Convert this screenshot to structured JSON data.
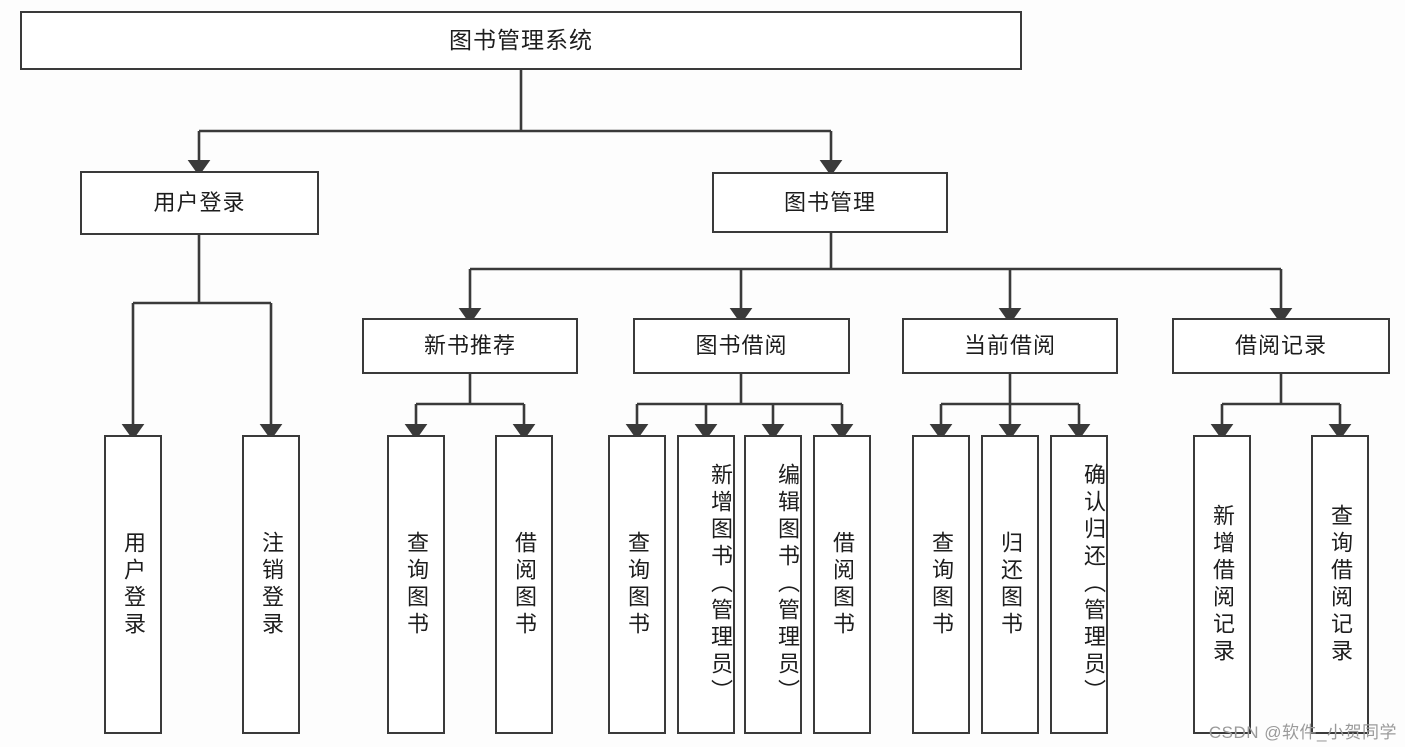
{
  "diagram": {
    "title": "图书管理系统",
    "type": "hierarchy-tree",
    "watermark": "CSDN @软件_小贺同学",
    "colors": {
      "box_border": "#3a3a3a",
      "box_fill": "#ffffff",
      "connector": "#3a3a3a",
      "text": "#1d1d1d",
      "watermark": "#9a9a9a",
      "background": "#fdfdfd"
    },
    "root": {
      "label": "图书管理系统"
    },
    "level1": [
      {
        "label": "用户登录"
      },
      {
        "label": "图书管理"
      }
    ],
    "level2": [
      {
        "label": "新书推荐"
      },
      {
        "label": "图书借阅"
      },
      {
        "label": "当前借阅"
      },
      {
        "label": "借阅记录"
      }
    ],
    "leaves": {
      "user_login": [
        {
          "label": "用户登录"
        },
        {
          "label": "注销登录"
        }
      ],
      "new_book_recommend": [
        {
          "label": "查询图书"
        },
        {
          "label": "借阅图书"
        }
      ],
      "book_borrow": [
        {
          "label": "查询图书"
        },
        {
          "label": "新增图书（管理员）"
        },
        {
          "label": "编辑图书（管理员）"
        },
        {
          "label": "借阅图书"
        }
      ],
      "current_borrow": [
        {
          "label": "查询图书"
        },
        {
          "label": "归还图书"
        },
        {
          "label": "确认归还（管理员）"
        }
      ],
      "borrow_records": [
        {
          "label": "新增借阅记录"
        },
        {
          "label": "查询借阅记录"
        }
      ]
    }
  }
}
